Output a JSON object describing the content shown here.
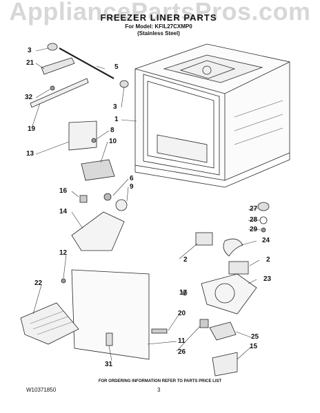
{
  "watermark": "AppliancePartsPros.com",
  "header": {
    "title": "FREEZER LINER PARTS",
    "model_line": "For Model: KFIL27CXMP0",
    "finish_line": "(Stainless Steel)"
  },
  "callouts": {
    "c1": "1",
    "c2a": "2",
    "c2b": "2",
    "c3a": "3",
    "c3b": "3",
    "c5": "5",
    "c6": "6",
    "c8": "8",
    "c9": "9",
    "c10": "10",
    "c11": "11",
    "c12": "12",
    "c13": "13",
    "c14": "14",
    "c15": "15",
    "c16": "16",
    "c17": "17",
    "c19": "19",
    "c20": "20",
    "c21": "21",
    "c22": "22",
    "c23": "23",
    "c24": "24",
    "c25": "25",
    "c26": "26",
    "c27": "27",
    "c28": "28",
    "c29": "29",
    "c31": "31",
    "c32": "32"
  },
  "footer": {
    "ordering_note": "FOR ORDERING INFORMATION REFER TO PARTS PRICE LIST",
    "doc_number": "W10371850",
    "page_number": "3"
  }
}
